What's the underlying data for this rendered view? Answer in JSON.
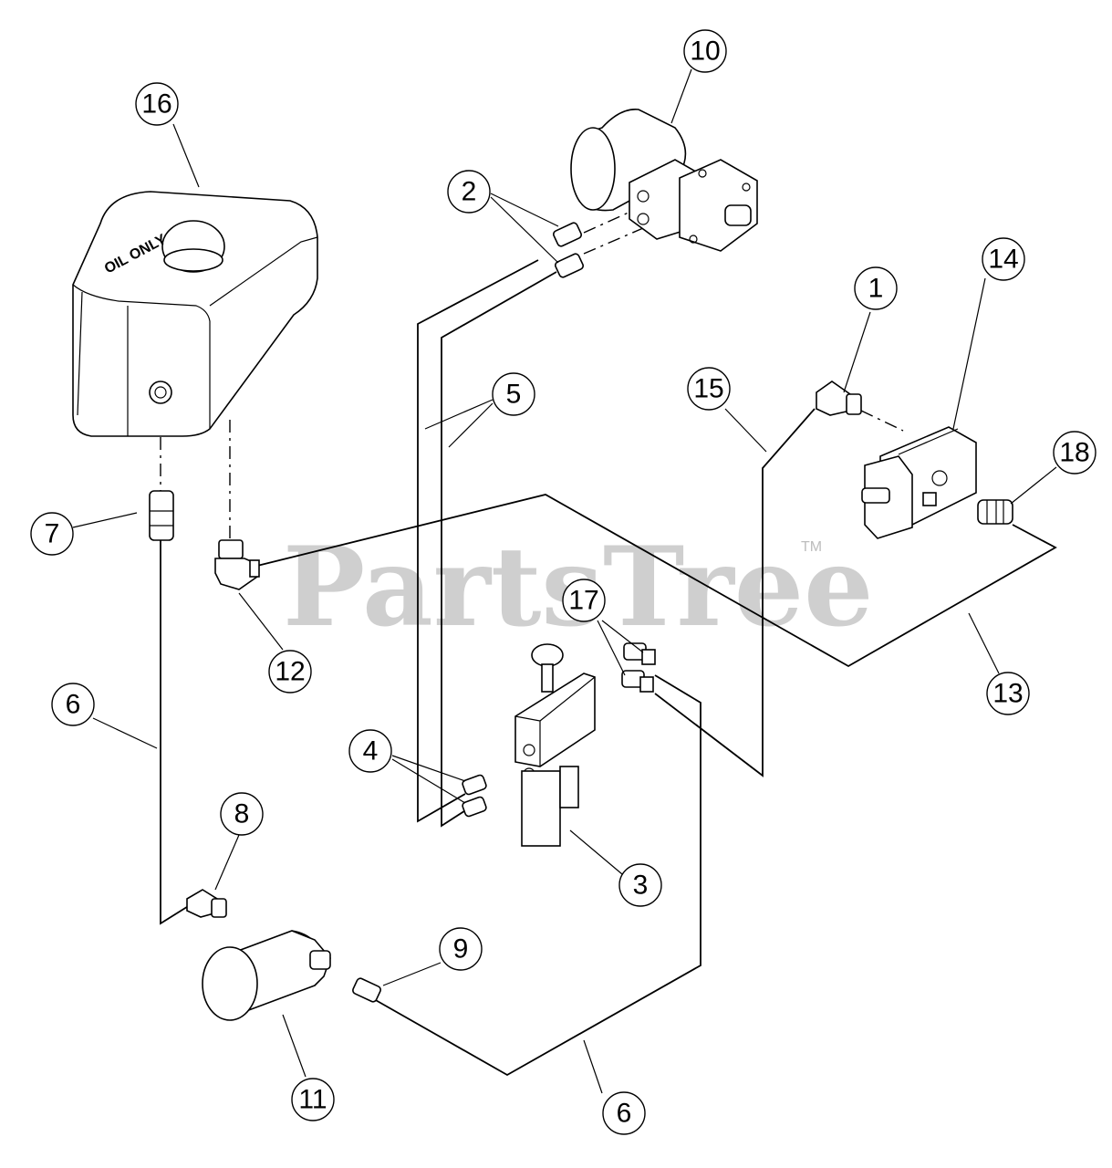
{
  "watermark": {
    "text": "PartsTree",
    "tm": "TM"
  },
  "tank_label": "OIL ONLY",
  "callouts": [
    "1",
    "2",
    "3",
    "4",
    "5",
    "6",
    "6",
    "7",
    "8",
    "9",
    "10",
    "11",
    "12",
    "13",
    "14",
    "15",
    "16",
    "17",
    "18"
  ]
}
